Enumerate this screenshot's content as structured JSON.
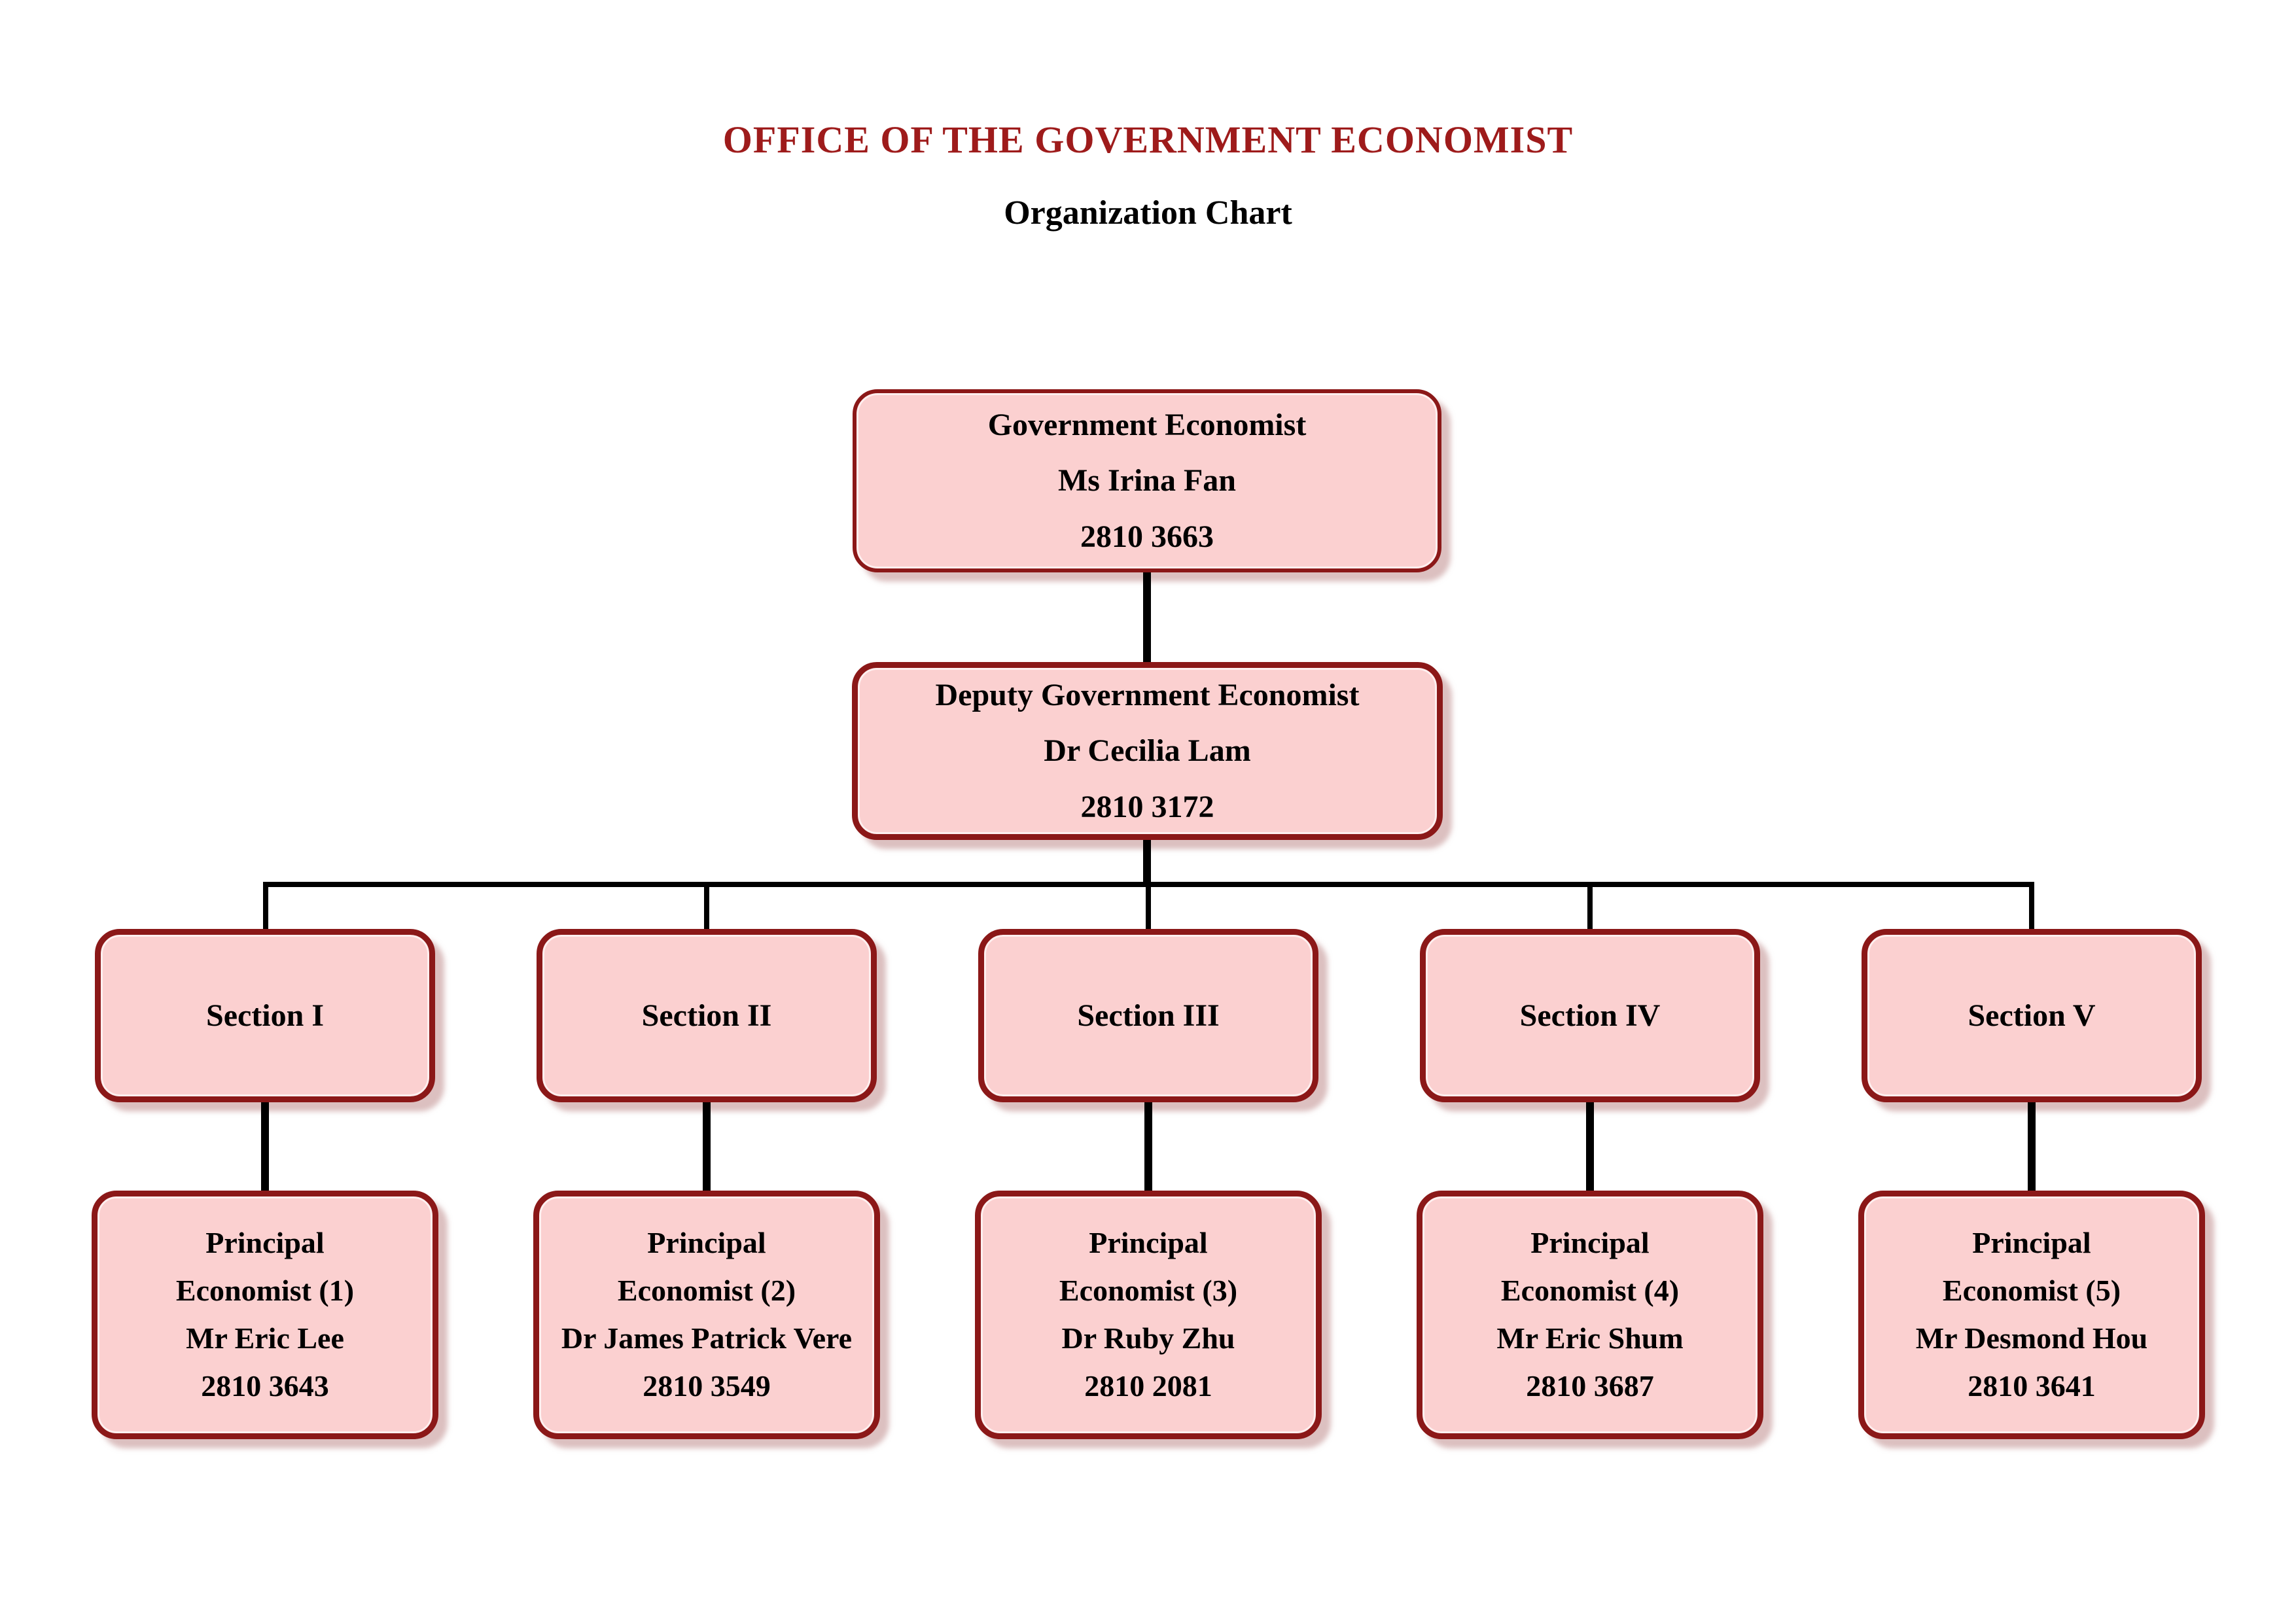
{
  "page": {
    "title": "OFFICE OF THE GOVERNMENT ECONOMIST",
    "subtitle": "Organization Chart"
  },
  "colors": {
    "title_text": "#9E1B1B",
    "box_fill": "#FBD0D0",
    "box_border": "#8B1818",
    "box_text": "#000000",
    "connector": "#000000",
    "background": "#FFFFFF"
  },
  "org": {
    "root": {
      "lines": [
        "Government Economist",
        "Ms Irina Fan",
        "2810 3663"
      ]
    },
    "deputy": {
      "lines": [
        "Deputy Government Economist",
        "Dr Cecilia Lam",
        "2810 3172"
      ]
    },
    "sections": [
      {
        "label": "Section I",
        "principal_lines": [
          "Principal",
          "Economist (1)",
          "Mr Eric Lee",
          "2810 3643"
        ]
      },
      {
        "label": "Section II",
        "principal_lines": [
          "Principal",
          "Economist (2)",
          "Dr James Patrick Vere",
          "2810 3549"
        ]
      },
      {
        "label": "Section III",
        "principal_lines": [
          "Principal",
          "Economist (3)",
          "Dr Ruby Zhu",
          "2810 2081"
        ]
      },
      {
        "label": "Section IV",
        "principal_lines": [
          "Principal",
          "Economist (4)",
          "Mr Eric Shum",
          "2810 3687"
        ]
      },
      {
        "label": "Section V",
        "principal_lines": [
          "Principal",
          "Economist (5)",
          "Mr Desmond Hou",
          "2810 3641"
        ]
      }
    ]
  }
}
